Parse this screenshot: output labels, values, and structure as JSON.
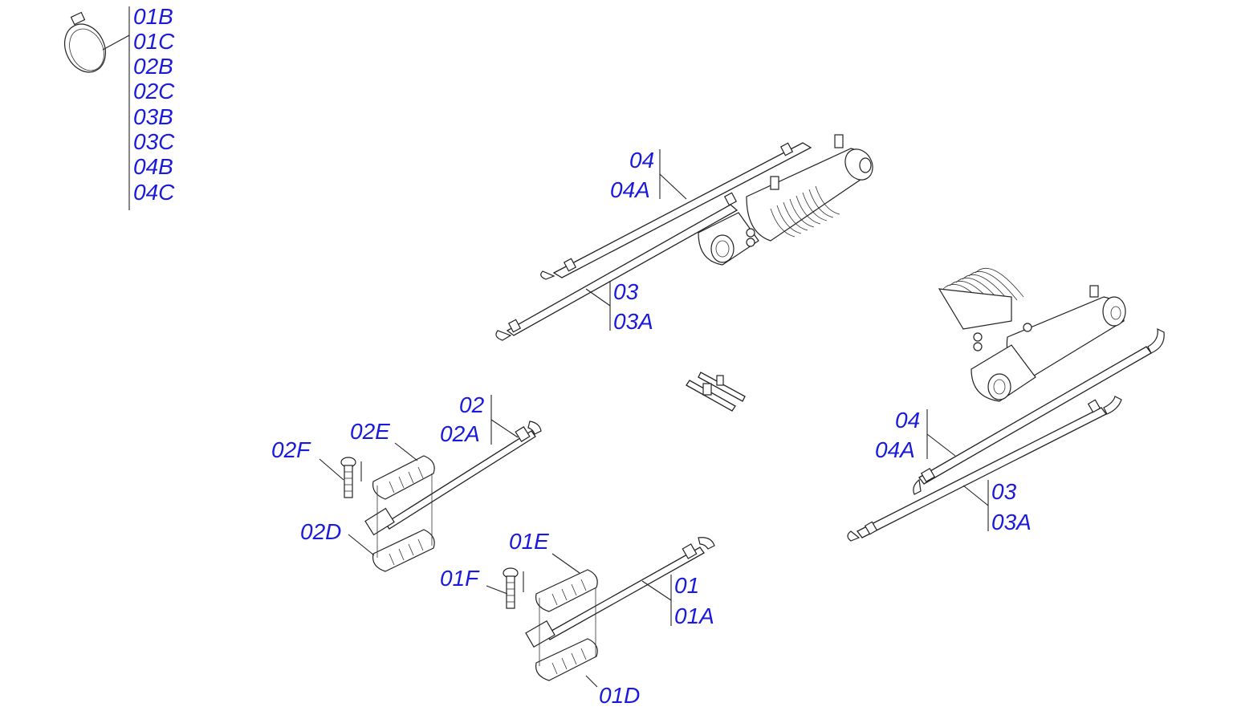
{
  "clamp_callout": [
    "01B",
    "01C",
    "02B",
    "02C",
    "03B",
    "03C",
    "04B",
    "04C"
  ],
  "left_cylinder": {
    "pipe_upper": [
      "04",
      "04A"
    ],
    "pipe_lower": [
      "03",
      "03A"
    ]
  },
  "right_cylinder": {
    "pipe_upper": [
      "04",
      "04A"
    ],
    "pipe_lower": [
      "03",
      "03A"
    ]
  },
  "assembly_02": {
    "pipe": [
      "02",
      "02A"
    ],
    "clamp_top": "02E",
    "screw": "02F",
    "clamp_bottom": "02D"
  },
  "assembly_01": {
    "clamp_top": "01E",
    "screw": "01F",
    "pipe": [
      "01",
      "01A"
    ],
    "clamp_bottom": "01D"
  },
  "colors": {
    "label": "#1a1adc",
    "line": "#222222",
    "background": "#ffffff"
  }
}
